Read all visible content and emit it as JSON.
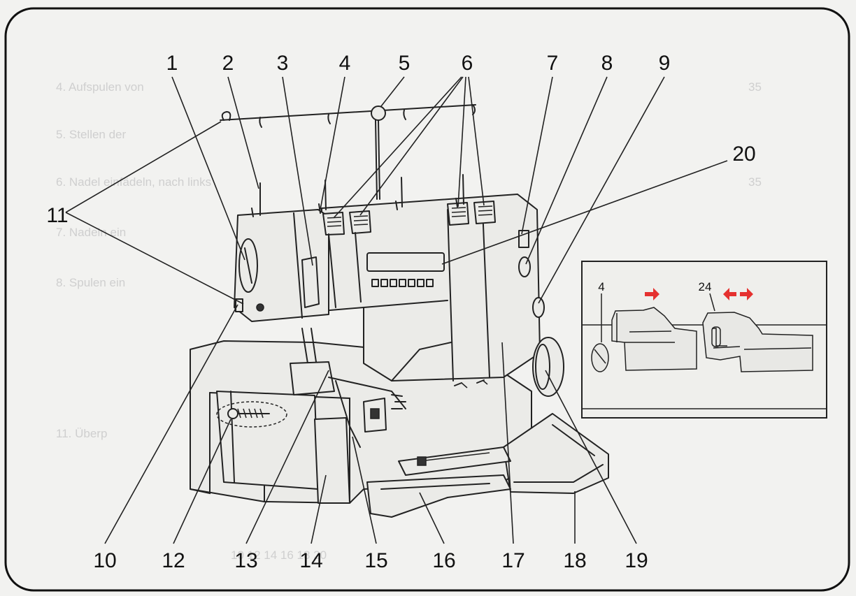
{
  "callouts": {
    "n1": "1",
    "n2": "2",
    "n3": "3",
    "n4": "4",
    "n5": "5",
    "n6": "6",
    "n7": "7",
    "n8": "8",
    "n9": "9",
    "n10": "10",
    "n11": "11",
    "n12": "12",
    "n13": "13",
    "n14": "14",
    "n15": "15",
    "n16": "16",
    "n17": "17",
    "n18": "18",
    "n19": "19",
    "n20": "20"
  },
  "inset": {
    "label_a": "4",
    "label_b": "24"
  },
  "bleed": {
    "row1": "4.   Aufspulen von",
    "row2": "5.   Stellen der",
    "row3": "6.   Nadel einfädeln, nach links",
    "row4": "7.   Nadeln ein",
    "row5": "8.   Spulen ein",
    "row6": "11.  Überp",
    "page1": "35",
    "page2": "35",
    "bottom_row": "10  12  14  16  18  20"
  },
  "colors": {
    "arrow": "#e5312f",
    "line": "#222222",
    "paper": "#f2f2f0"
  }
}
